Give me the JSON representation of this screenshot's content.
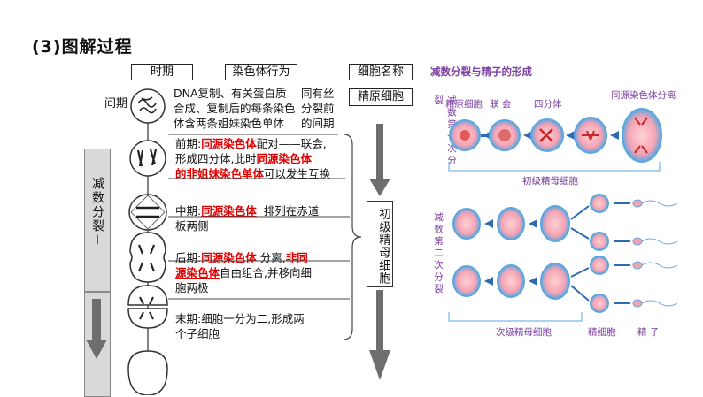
{
  "title": "(3)图解过程",
  "headers": {
    "period": "时期",
    "behavior": "染色体行为",
    "cell_name": "细胞名称"
  },
  "interphase": {
    "label": "间期",
    "text_lines": [
      "DNA复制、有关蛋白质",
      "合成、复制后的每条染色",
      "体含两条姐妹染色单体"
    ],
    "note_lines": [
      "同有丝",
      "分裂前",
      "的间期"
    ],
    "cell_name": "精原细胞"
  },
  "meiosis1_label": "减数分裂Ⅰ",
  "prophase": {
    "label": "前期:",
    "blank1": "同源染色体",
    "t1": "配对——联会,",
    "t2": "形成四分体,此时",
    "blank2": "同源染色体",
    "blank3": "的非姐妹染色单体",
    "t3": "可以发生互换"
  },
  "metaphase": {
    "label": "中期:",
    "blank": "同源染色体",
    "t1": "排列在赤道",
    "t2": "板两侧"
  },
  "anaphase": {
    "label": "后期:",
    "blank1": "同源染色体",
    "t1": "分离,",
    "blank2a": "非同",
    "blank2b": "源染色体",
    "t2": "自由组合,并移向细",
    "t3": "胞两极"
  },
  "telophase": {
    "label": "末期:",
    "t1": "细胞一分为二,形成两",
    "t2": "个子细胞"
  },
  "primary_cell_name": "初级精母细胞",
  "right_panel": {
    "title": "减数分裂与精子的形成",
    "row1_side": "减数第一次分裂",
    "row2_side": "减数第二次分裂",
    "labels": [
      "精原细胞",
      "联 会",
      "四分体",
      "同源染色体分离"
    ],
    "primary": "初级精母细胞",
    "secondary": "次级精母细胞",
    "spermatid": "精细胞",
    "sperm": "精 子"
  },
  "colors": {
    "accent_red": "#e00000",
    "panel_purple": "#7b3fa0",
    "cell_blue": "#5aa7e0",
    "arrow_grey": "#6e6e6e"
  }
}
